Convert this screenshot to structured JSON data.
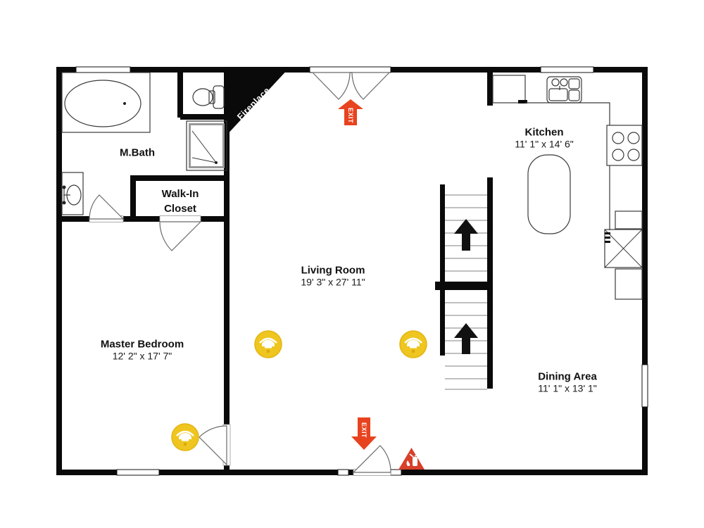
{
  "rooms": {
    "mbath": {
      "name": "M.Bath"
    },
    "walk_in_closet": {
      "name": "Walk-In Closet"
    },
    "master_bedroom": {
      "name": "Master Bedroom",
      "dims": "12' 2\" x 17' 7\""
    },
    "living_room": {
      "name": "Living Room",
      "dims": "19' 3\" x 27' 11\""
    },
    "kitchen": {
      "name": "Kitchen",
      "dims": "11' 1\" x 14' 6\""
    },
    "dining_area": {
      "name": "Dining Area",
      "dims": "11' 1\" x 13' 1\""
    }
  },
  "labels": {
    "fireplace": "Fireplace",
    "exit": "EXIT"
  },
  "icons": {
    "smoke_detector": "smoke-detector",
    "exit_arrow_up": "exit-arrow-up",
    "exit_arrow_down": "exit-arrow-down",
    "fire_extinguisher": "fire-extinguisher-warning",
    "stairs_up": "stairs-up-arrow"
  },
  "colors": {
    "wall": "#0a0a0a",
    "exit_red": "#E8431F",
    "warning_red": "#D8402A",
    "detector_yellow": "#EFC51F",
    "step_gray": "#9a9a9a"
  }
}
